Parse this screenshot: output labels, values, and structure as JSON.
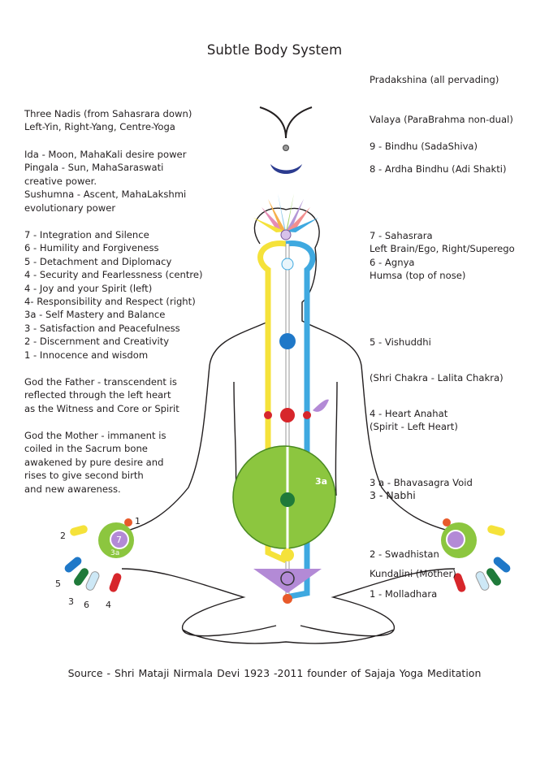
{
  "title": "Subtle Body System",
  "left_text": {
    "nadis": [
      "Three Nadis  (from Sahasrara down)",
      "Left-Yin, Right-Yang, Centre-Yoga"
    ],
    "powers": [
      "Ida - Moon,  MahaKali desire power",
      "Pingala - Sun,  MahaSaraswati",
      "creative power.",
      "Sushumna - Ascent, MahaLakshmi",
      "evolutionary power"
    ],
    "qualities": [
      "7 - Integration and Silence",
      "6 - Humility and Forgiveness",
      "5 - Detachment and Diplomacy",
      "4 - Security and Fearlessness (centre)",
      "4 - Joy and your Spirit (left)",
      "4-  Responsibility and Respect (right)",
      "3a - Self Mastery and Balance",
      "3 - Satisfaction and Peacefulness",
      "2 - Discernment and Creativity",
      "1 - Innocence and wisdom"
    ],
    "father": [
      "God the Father - transcendent is",
      "reflected through the left heart",
      "as the Witness and Core or Spirit"
    ],
    "mother": [
      "God the Mother - immanent is",
      "coiled in the Sacrum bone",
      "awakened by pure desire and",
      "rises to give second birth",
      "and new awareness."
    ]
  },
  "right_labels": {
    "pradakshina": "Pradakshina  (all pervading)",
    "valaya": "Valaya (ParaBrahma non-dual)",
    "bindhu": "9 - Bindhu (SadaShiva)",
    "ardha": "8 - Ardha Bindhu (Adi Shakti)",
    "sahasrara": "7 - Sahasrara",
    "brain": "Left Brain/Ego, Right/Superego",
    "agnya": "6 - Agnya",
    "humsa": "Humsa (top of nose)",
    "vishuddhi": "5 - Vishuddhi",
    "shri": "(Shri Chakra -  Lalita Chakra)",
    "heart": "4 - Heart Anahat",
    "spirit": "(Spirit - Left Heart)",
    "void": "3 a - Bhavasagra Void",
    "nabhi": "3 - Nabhi",
    "swadhistan": "2 - Swadhistan",
    "kundalini": "Kundalini (Mother)",
    "molladhara": "1 - Molladhara"
  },
  "figure_labels": {
    "void_badge": "3a",
    "hand_7": "7",
    "hand_3a": "3a",
    "finger_1": "1",
    "finger_2": "2",
    "finger_3": "3",
    "finger_4": "4",
    "finger_5": "5",
    "finger_6": "6"
  },
  "footer": "Source - Shri Mataji Nirmala Devi    1923 -2011    founder of Sajaja Yoga Meditation",
  "colors": {
    "left_channel": "#f5e23a",
    "right_channel": "#3fa9e0",
    "void": "#8cc63f",
    "heart": "#d7262b",
    "vishuddhi": "#1f78c8",
    "kundalini": "#b38ad6"
  }
}
